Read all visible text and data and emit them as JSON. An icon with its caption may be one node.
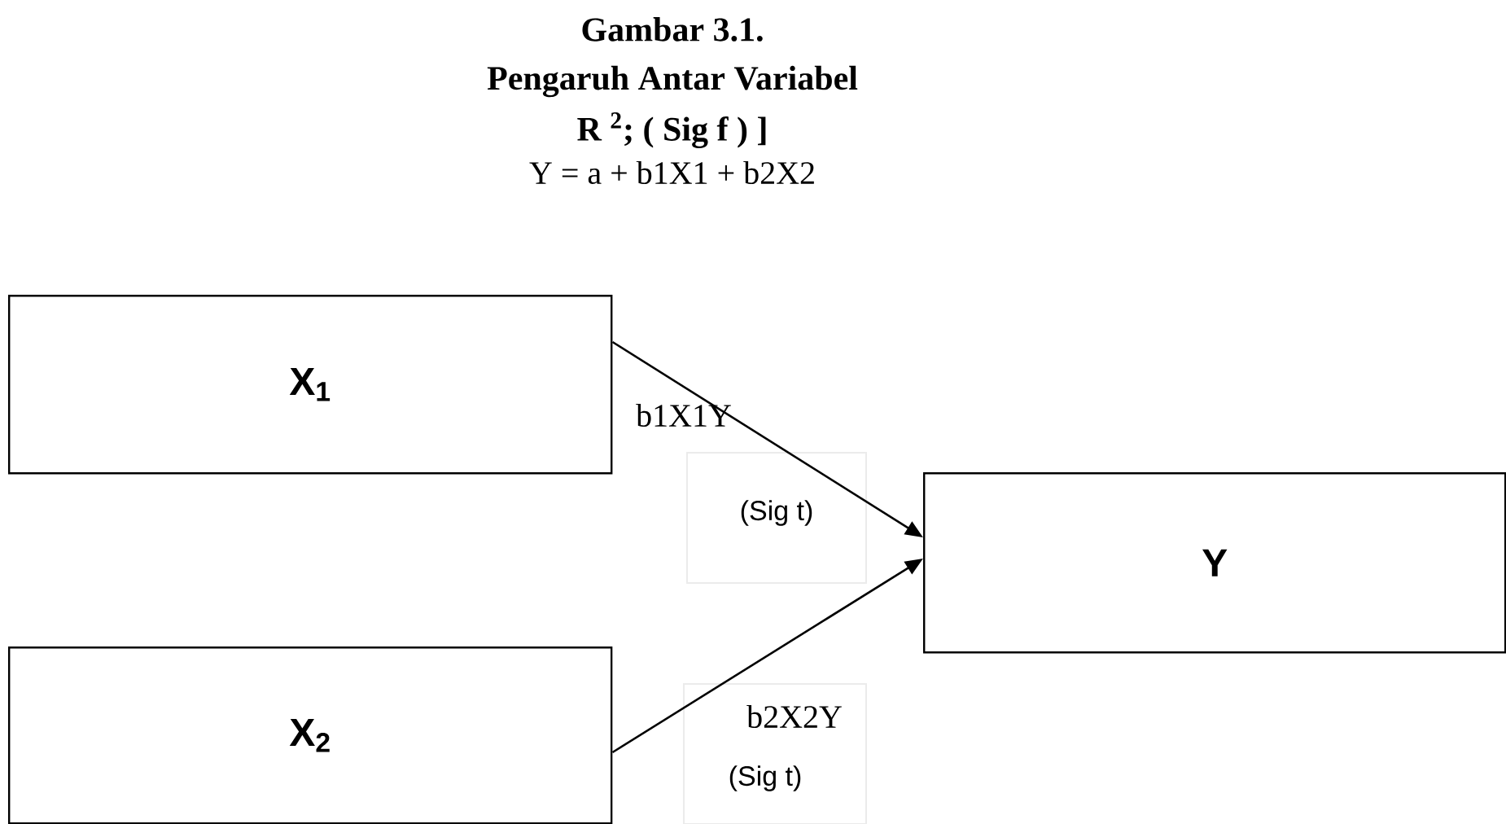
{
  "diagram": {
    "title": "Gambar 3.1.",
    "nodes": [
      {
        "text": [
          "X$_{1}$"
        ]
      },
      {
        "text": [
          "Y"
        ]
      },
      {
        "text": [
          "X$_{2}$"
        ]
      }
    ],
    "edges": [
      {
        "from": 0,
        "to": 1,
        "arrow": "to",
        "label": "b1X1Y"
      },
      {
        "from": 2,
        "to": 1,
        "arrow": "to",
        "label": "b2X2Y"
      }
    ],
    "labels": [
      "Pengaruh  Antar Variabel",
      "R $^{2}$; ( Sig f ) ]",
      "Y = a + b1X1 + b2X2",
      "(Sig t)",
      "(Sig t)"
    ]
  }
}
